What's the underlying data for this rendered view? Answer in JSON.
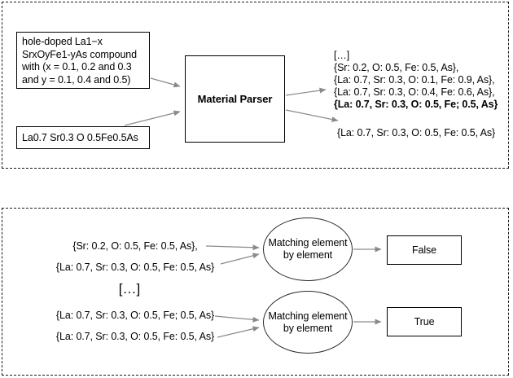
{
  "colors": {
    "arrow": "#8a8a8a",
    "border": "#000000",
    "text": "#000000"
  },
  "panel_parser": {
    "input_compound": "hole-doped La1−x\nSrxOyFe1-yAs compound\nwith (x = 0.1, 0.2 and 0.3\nand y = 0.1, 0.4 and 0.5)",
    "input_formula": "La0.7 Sr0.3 O 0.5Fe0.5As",
    "parser_label": "Material Parser",
    "output_list": {
      "ellipsis": "[…]",
      "items": [
        "{Sr: 0.2, O: 0.5, Fe: 0.5, As},",
        "{La: 0.7, Sr: 0.3, O: 0.1, Fe: 0.9, As},",
        "{La: 0.7, Sr: 0.3, O: 0.4, Fe: 0.6, As},",
        "{La: 0.7, Sr: 0.3, O: 0.5, Fe; 0.5, As}"
      ]
    },
    "output_single": "{La: 0.7, Sr: 0.3, O: 0.5, Fe: 0.5, As}"
  },
  "panel_matching": {
    "pair_top": [
      "{Sr: 0.2, O: 0.5, Fe: 0.5, As},",
      "{La: 0.7, Sr: 0.3, O: 0.5, Fe: 0.5, As}"
    ],
    "ellipsis": "[…]",
    "pair_bottom": [
      "{La: 0.7, Sr: 0.3, O: 0.5, Fe; 0.5, As}",
      "{La: 0.7, Sr: 0.3, O: 0.5, Fe: 0.5, As}"
    ],
    "matcher_top_label": "Matching element\nby element",
    "matcher_bottom_label": "Matching element\nby element",
    "result_false": "False",
    "result_true": "True"
  }
}
